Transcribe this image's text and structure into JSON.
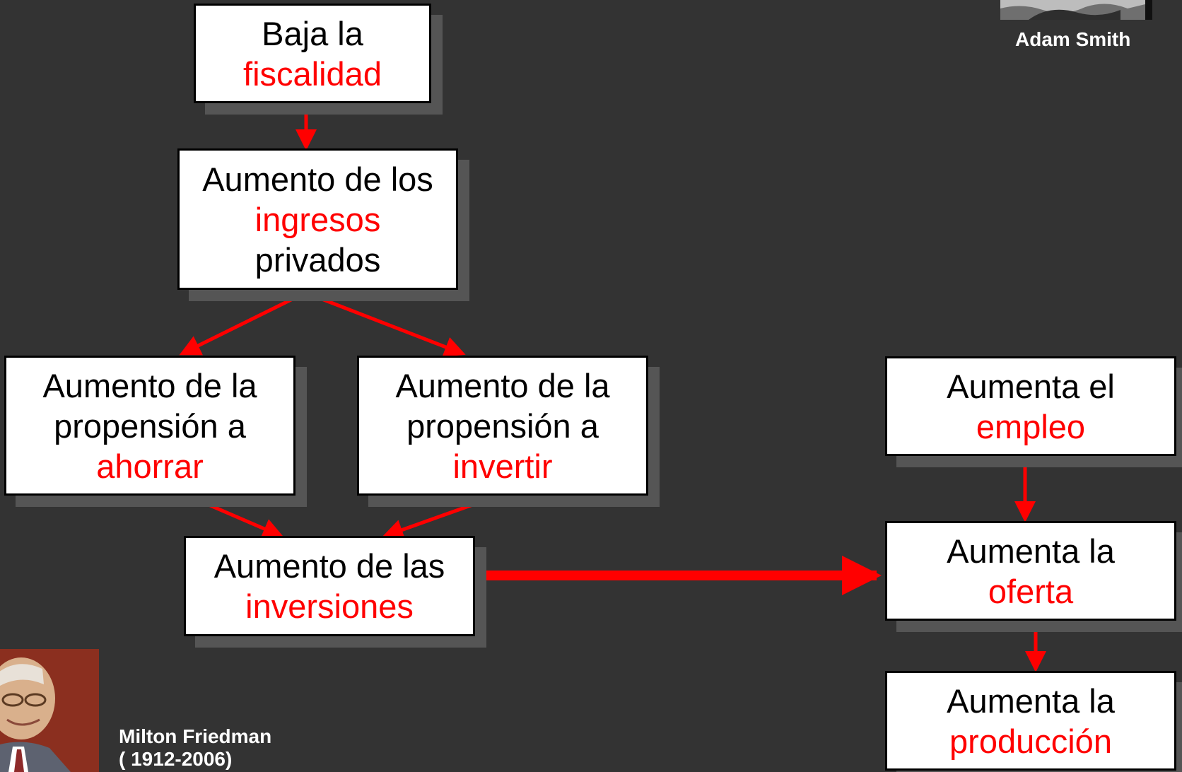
{
  "nodes": {
    "fiscalidad": {
      "line1": "Baja la",
      "highlight": "fiscalidad"
    },
    "ingresos": {
      "line1": "Aumento de los",
      "highlight": "ingresos",
      "line3": "privados"
    },
    "ahorrar": {
      "line1": "Aumento de la",
      "line2": "propensión a",
      "highlight": "ahorrar"
    },
    "invertir": {
      "line1": "Aumento de la",
      "line2": "propensión a",
      "highlight": "invertir"
    },
    "inversiones": {
      "line1": "Aumento de las",
      "highlight": "inversiones"
    },
    "empleo": {
      "line1": "Aumenta el",
      "highlight": "empleo"
    },
    "oferta": {
      "line1": "Aumenta la",
      "highlight": "oferta"
    },
    "produccion": {
      "line1": "Aumenta la",
      "highlight": "producción"
    }
  },
  "people": {
    "adam_smith": {
      "name": "Adam Smith"
    },
    "milton_friedman": {
      "name": "Milton Friedman",
      "years": "( 1912-2006)"
    }
  },
  "colors": {
    "background": "#333333",
    "box": "#ffffff",
    "shadow": "#555555",
    "highlight": "#ff0000",
    "arrow": "#ff0000"
  }
}
